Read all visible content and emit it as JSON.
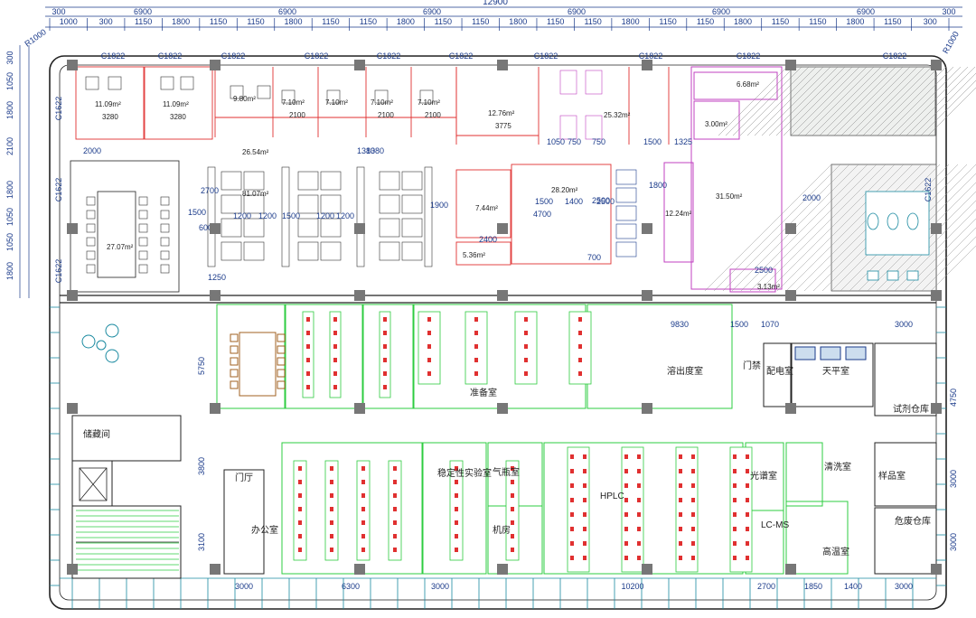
{
  "title": "12900",
  "top_dims_major": [
    "300",
    "6900",
    "6900",
    "6900",
    "6900",
    "6900",
    "6900",
    "300"
  ],
  "top_dims_minor": [
    "1000",
    "300",
    "1150",
    "1800",
    "1150",
    "1150",
    "1800",
    "1150",
    "1150",
    "1800",
    "1150",
    "1150",
    "1800",
    "1150",
    "1150",
    "1800",
    "1150",
    "1150",
    "1800",
    "1150",
    "1150",
    "1800",
    "1150",
    "300"
  ],
  "left_dims": [
    "300",
    "1050",
    "1800",
    "2100",
    "1800",
    "1050",
    "1050",
    "1800"
  ],
  "corner_labels": [
    "R1000",
    "R1000"
  ],
  "window_labels": [
    "C1822",
    "C1822",
    "C1822",
    "C1822",
    "C1822",
    "C1822",
    "C1822",
    "C1822",
    "C1822",
    "C1822"
  ],
  "side_window_labels": [
    "C1622",
    "C1622",
    "C1622",
    "C1622"
  ],
  "upper_rooms": [
    {
      "area": "11.09m²",
      "dim": "3280"
    },
    {
      "area": "11.09m²",
      "dim": "3280"
    },
    {
      "area": "9.80m²",
      "dim": ""
    },
    {
      "area": "7.10m²",
      "dim": "2100"
    },
    {
      "area": "7.10m²",
      "dim": ""
    },
    {
      "area": "7.10m²",
      "dim": "2100"
    },
    {
      "area": "7.10m²",
      "dim": "2100"
    },
    {
      "area": "12.76m²",
      "dim": "3775"
    },
    {
      "area": "25.32m²",
      "dim": ""
    },
    {
      "area": "3.00m²",
      "dim": ""
    },
    {
      "area": "6.68m²",
      "dim": ""
    }
  ],
  "upper_areas": {
    "conference": "27.07m²",
    "office_open": "26.54m²",
    "open_work": "81.07m²",
    "small_a": "7.44m²",
    "small_b": "5.36m²",
    "lab_a": "28.20m²",
    "lab_b": "12.24m²",
    "lab_c": "31.50m²",
    "small_c": "3.13m²"
  },
  "upper_dims": [
    "2000",
    "1500",
    "1200",
    "1200",
    "1500",
    "1200",
    "1200",
    "1900",
    "2400",
    "1500",
    "1400",
    "2500",
    "1050",
    "750",
    "750",
    "1500",
    "1325",
    "2000",
    "2700",
    "600",
    "1250",
    "4700",
    "2500",
    "700",
    "1800",
    "2500",
    "1380",
    "1380"
  ],
  "lower_rooms": [
    {
      "label": "储藏间"
    },
    {
      "label": "门厅"
    },
    {
      "label": "办公室"
    },
    {
      "label": "准备室"
    },
    {
      "label": "溶出度室"
    },
    {
      "label": "门禁"
    },
    {
      "label": "配电室"
    },
    {
      "label": "天平室"
    },
    {
      "label": "试剂仓库"
    },
    {
      "label": "稳定性实验室"
    },
    {
      "label": "气瓶室"
    },
    {
      "label": "机房"
    },
    {
      "label": "HPLC"
    },
    {
      "label": "光谱室"
    },
    {
      "label": "LC-MS"
    },
    {
      "label": "清洗室"
    },
    {
      "label": "高温室"
    },
    {
      "label": "样品室"
    },
    {
      "label": "危废仓库"
    }
  ],
  "lower_dims": [
    "3000",
    "6300",
    "3000",
    "10200",
    "2700",
    "1850",
    "1400",
    "3000",
    "9830",
    "1500",
    "1070",
    "3000",
    "5750",
    "3800",
    "3100",
    "4750",
    "3000",
    "3000"
  ],
  "colors": {
    "wall": "#222222",
    "dim": "#1a3a8a",
    "partition": "#e03030",
    "furniture": "#2ecc40",
    "door": "#c040c0",
    "glass": "#30c0d0",
    "column": "#777777"
  }
}
